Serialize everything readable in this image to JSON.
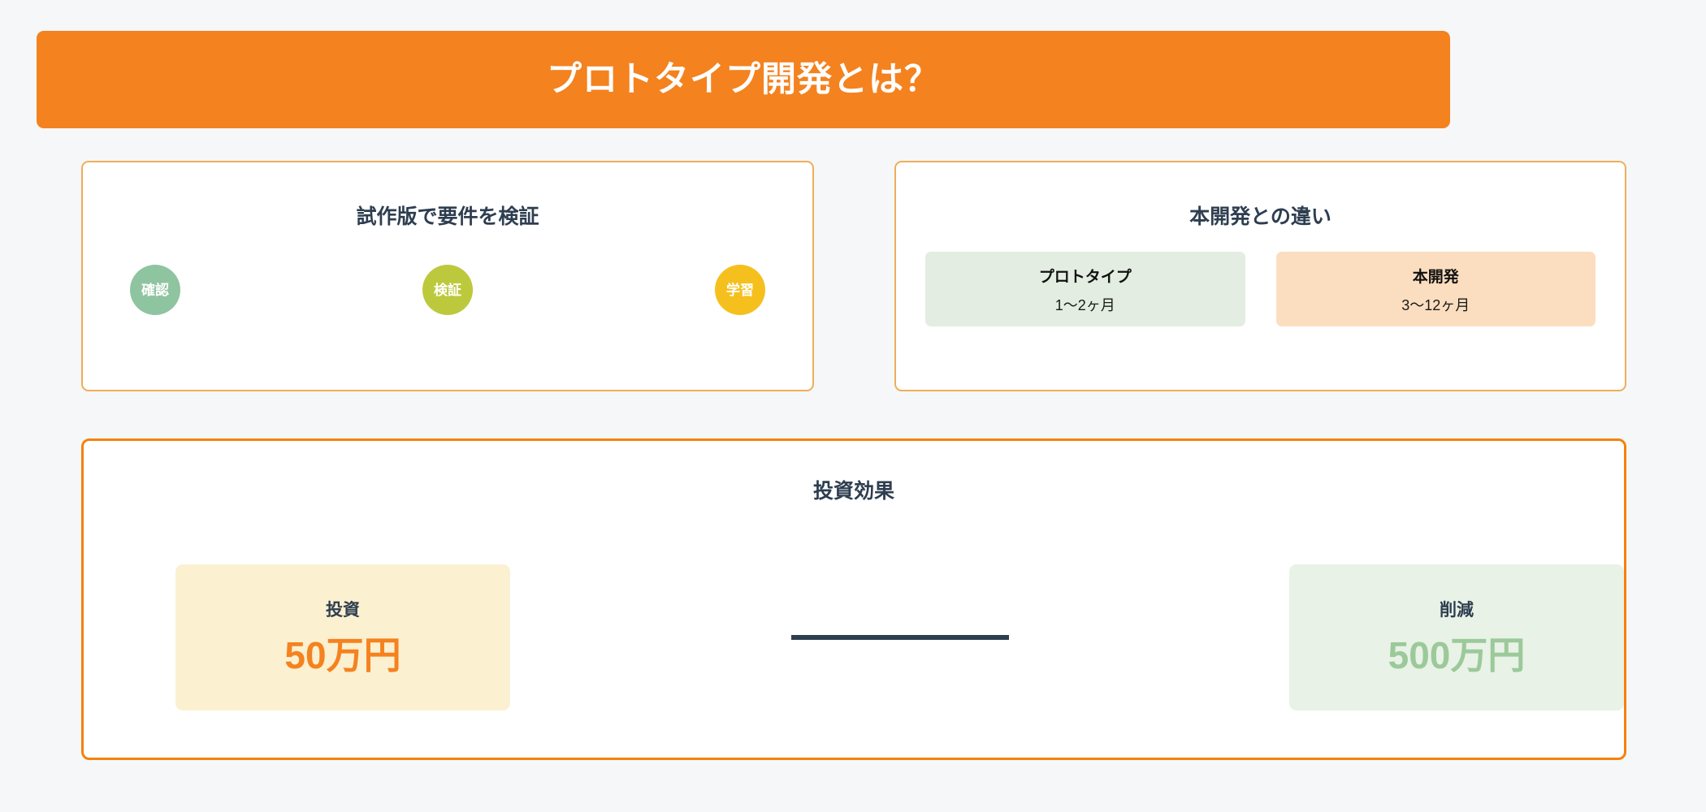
{
  "theme": {
    "page_background": "#f6f7f9",
    "banner_orange": "#f4821f",
    "card_border_light": "#efae59",
    "card_border_strong": "#f5820b",
    "heading_navy": "#2e3e50",
    "connector_navy": "#2e3e50"
  },
  "header": {
    "title": "プロトタイプ開発とは？"
  },
  "cards": {
    "verification": {
      "title": "試作版で要件を検証",
      "steps": [
        {
          "label": "確認",
          "color": "#8fc4a0"
        },
        {
          "label": "検証",
          "color": "#bdc93c"
        },
        {
          "label": "学習",
          "color": "#f5c01e"
        }
      ]
    },
    "comparison": {
      "title": "本開発との違い",
      "items": [
        {
          "name": "プロトタイプ",
          "duration": "1〜2ヶ月",
          "color": "#e3ede1"
        },
        {
          "name": "本開発",
          "duration": "3〜12ヶ月",
          "color": "#fbdebf"
        }
      ]
    },
    "investment_effect": {
      "title": "投資効果",
      "invest": {
        "label": "投資",
        "value": "50万円",
        "box_color": "#fbf0d0",
        "value_color": "#f5821f"
      },
      "saving": {
        "label": "削減",
        "value": "500万円",
        "box_color": "#e8f2e6",
        "value_color": "#9cc99a"
      }
    }
  }
}
